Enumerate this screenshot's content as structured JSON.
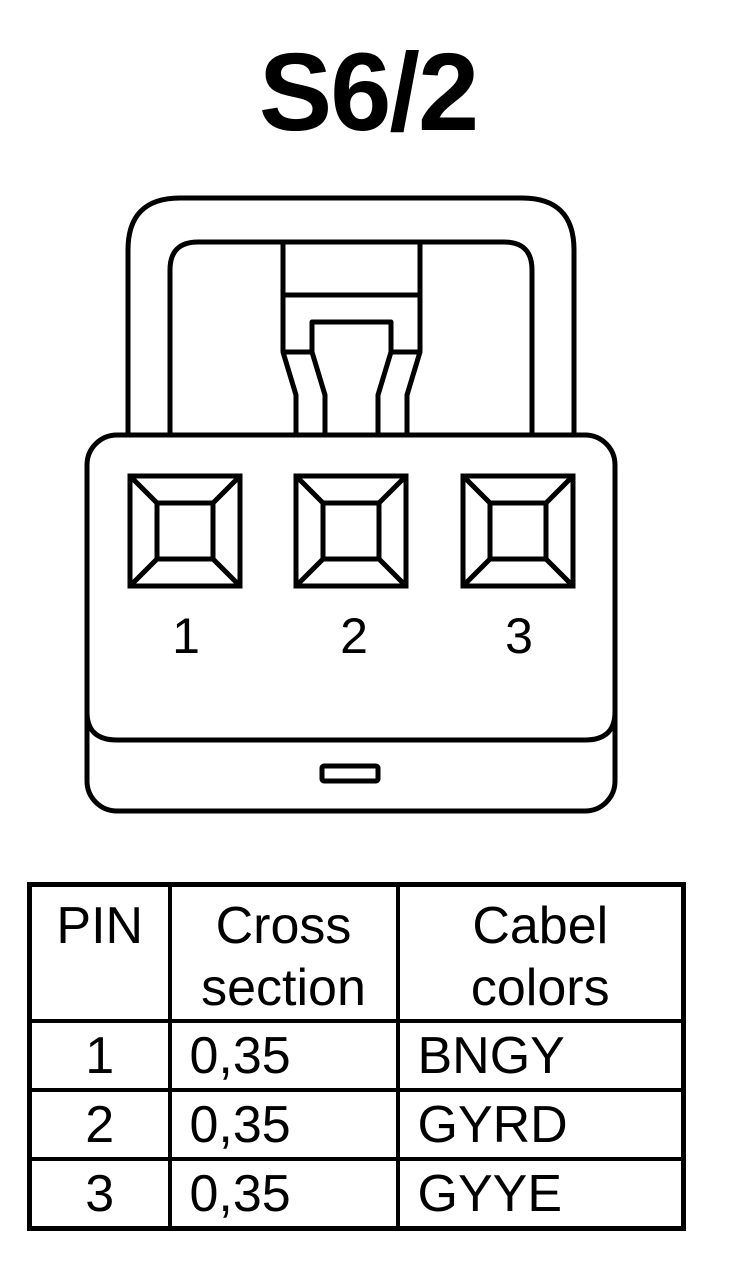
{
  "title": "S6/2",
  "connector": {
    "pins": [
      {
        "number": "1"
      },
      {
        "number": "2"
      },
      {
        "number": "3"
      }
    ]
  },
  "table": {
    "headers": {
      "pin": "PIN",
      "cross_section_line1": "Cross",
      "cross_section_line2": "section",
      "colors_line1": "Cabel",
      "colors_line2": "colors"
    },
    "rows": [
      {
        "pin": "1",
        "cross_section": "0,35",
        "color": "BNGY"
      },
      {
        "pin": "2",
        "cross_section": "0,35",
        "color": "GYRD"
      },
      {
        "pin": "3",
        "cross_section": "0,35",
        "color": "GYYE"
      }
    ]
  }
}
